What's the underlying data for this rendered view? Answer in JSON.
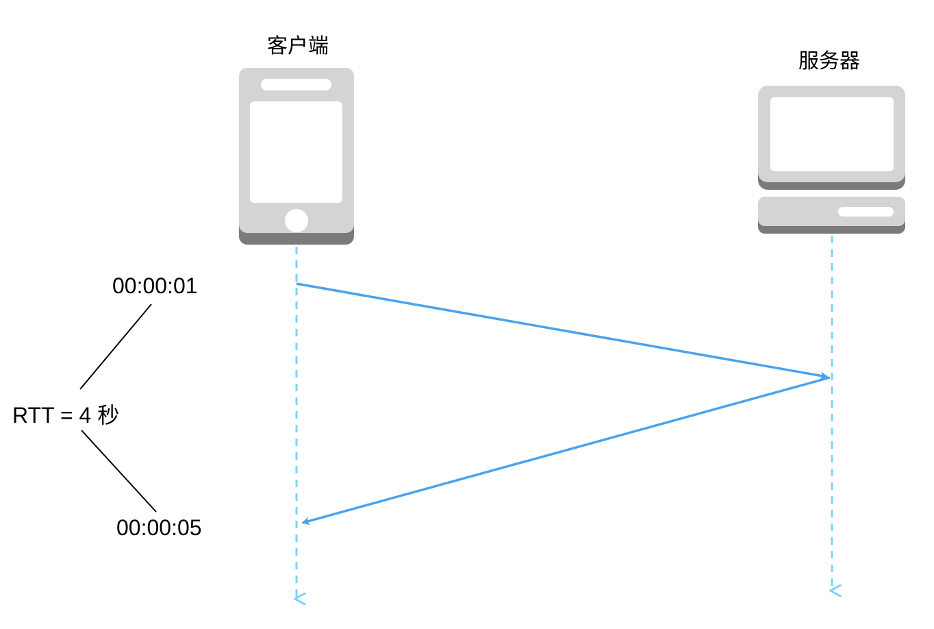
{
  "actors": {
    "client": {
      "label": "客户端",
      "icon": "mobile-phone-icon"
    },
    "server": {
      "label": "服务器",
      "icon": "desktop-computer-icon"
    }
  },
  "timestamps": {
    "send": "00:00:01",
    "receive": "00:00:05"
  },
  "rtt": {
    "label": "RTT = 4 秒"
  },
  "colors": {
    "device_body": "#d4d4d4",
    "device_shadow": "#7b7b7b",
    "lifeline": "#7dd3f7",
    "message_arrow": "#4aa3ec",
    "bracket_line": "#000000"
  }
}
